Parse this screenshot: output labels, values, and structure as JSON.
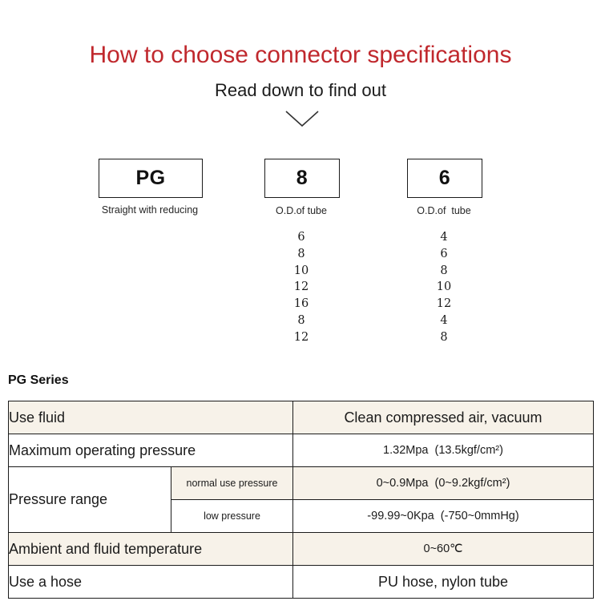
{
  "header": {
    "title": "How to choose connector specifications",
    "subtitle": "Read down to find out",
    "title_color": "#c0282d",
    "chevron_icon": "chevron-down-icon"
  },
  "selector": {
    "boxes": [
      {
        "value": "PG",
        "caption": "Straight with reducing"
      },
      {
        "value": "8",
        "caption": "O.D.of tube"
      },
      {
        "value": "6",
        "caption": "O.D.of  tube"
      }
    ],
    "option_columns": [
      {
        "name": "od-of-tube-first",
        "values": [
          "6",
          "8",
          "10",
          "12",
          "16",
          "8",
          "12"
        ]
      },
      {
        "name": "od-of-tube-second",
        "values": [
          "4",
          "6",
          "8",
          "10",
          "12",
          "4",
          "8"
        ]
      }
    ]
  },
  "specs": {
    "section_label": "PG Series",
    "colors": {
      "row_beige": "#f7f2e9",
      "row_white": "#ffffff",
      "border": "#1b1b1b"
    },
    "rows": [
      {
        "label": "Use fluid",
        "sub": null,
        "value": "Clean compressed air, vacuum",
        "shade": "beige",
        "value_size": "large"
      },
      {
        "label": "Maximum operating pressure",
        "sub": null,
        "value": "1.32Mpa  (13.5kgf/cm²)",
        "shade": "white",
        "value_size": "small"
      },
      {
        "label": "Pressure range",
        "sub": "normal use pressure",
        "value": "0~0.9Mpa  (0~9.2kgf/cm²)",
        "shade": "beige",
        "value_size": "small"
      },
      {
        "label": "",
        "sub": "low pressure",
        "value": "-99.99~0Kpa  (-750~0mmHg)",
        "shade": "white",
        "value_size": "small"
      },
      {
        "label": "Ambient and fluid temperature",
        "sub": null,
        "value": "0~60℃",
        "shade": "beige",
        "value_size": "small"
      },
      {
        "label": "Use a hose",
        "sub": null,
        "value": "PU hose, nylon tube",
        "shade": "white",
        "value_size": "large"
      }
    ]
  }
}
